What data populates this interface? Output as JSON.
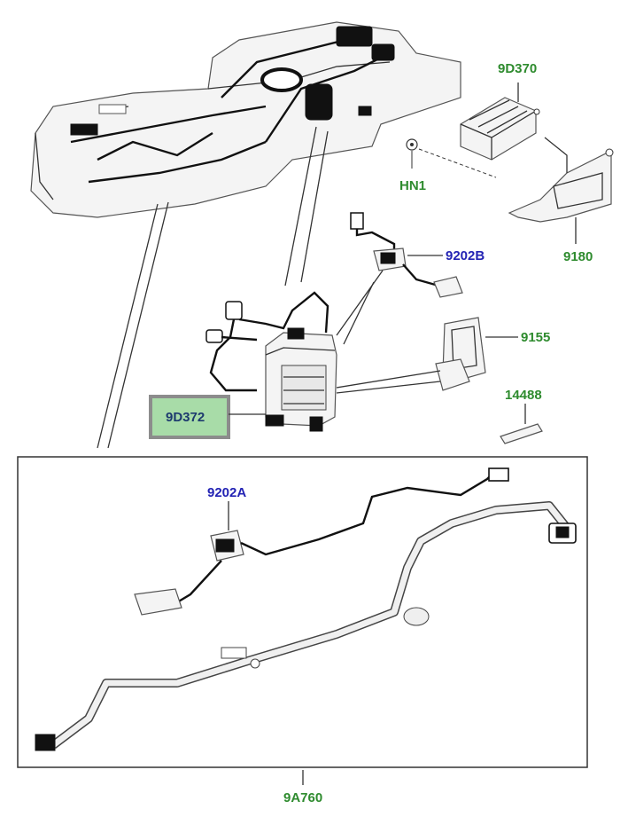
{
  "labels": {
    "p9D370": "9D370",
    "pHN1": "HN1",
    "p9180": "9180",
    "p9202B": "9202B",
    "p9155": "9155",
    "p14488": "14488",
    "p9D372": "9D372",
    "p9202A": "9202A",
    "p9A760": "9A760"
  },
  "colors": {
    "green_label": "#2e8b2e",
    "blue_label": "#2323b4",
    "highlight_fill": "#a8dca8",
    "highlight_border": "#8c8c8c"
  },
  "highlighted_part": "9D372"
}
